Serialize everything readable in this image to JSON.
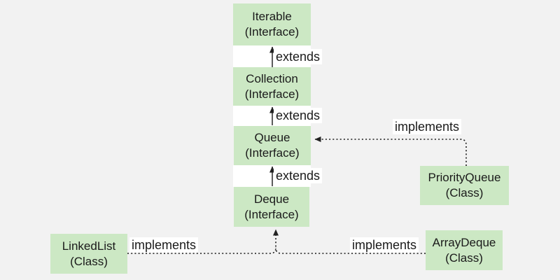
{
  "colors": {
    "background": "#f2f2f2",
    "node_fill": "#cce8c4",
    "text": "#1a1a1a",
    "edge_line": "#333333"
  },
  "nodes": [
    {
      "id": "iterable",
      "title": "Iterable",
      "subtitle": "(Interface)"
    },
    {
      "id": "collection",
      "title": "Collection",
      "subtitle": "(Interface)"
    },
    {
      "id": "queue",
      "title": "Queue",
      "subtitle": "(Interface)"
    },
    {
      "id": "deque",
      "title": "Deque",
      "subtitle": "(Interface)"
    },
    {
      "id": "priorityqueue",
      "title": "PriorityQueue",
      "subtitle": "(Class)"
    },
    {
      "id": "linkedlist",
      "title": "LinkedList",
      "subtitle": "(Class)"
    },
    {
      "id": "arraydeque",
      "title": "ArrayDeque",
      "subtitle": "(Class)"
    }
  ],
  "edges": [
    {
      "from": "Collection",
      "to": "Iterable",
      "label": "extends",
      "style": "solid"
    },
    {
      "from": "Queue",
      "to": "Collection",
      "label": "extends",
      "style": "solid"
    },
    {
      "from": "Deque",
      "to": "Queue",
      "label": "extends",
      "style": "solid"
    },
    {
      "from": "PriorityQueue",
      "to": "Queue",
      "label": "implements",
      "style": "dotted"
    },
    {
      "from": "LinkedList",
      "to": "Deque",
      "label": "implements",
      "style": "dotted"
    },
    {
      "from": "ArrayDeque",
      "to": "Deque",
      "label": "implements",
      "style": "dotted"
    }
  ]
}
